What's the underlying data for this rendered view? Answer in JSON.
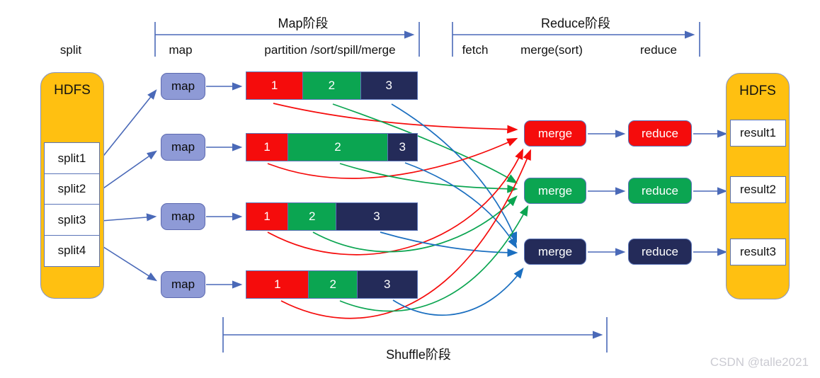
{
  "colors": {
    "red": "#f50c0c",
    "green": "#0ba551",
    "navy": "#242b59",
    "wire": "#4a69b8",
    "curveblue": "#1b6fc0",
    "hdfs": "#ffc011",
    "hdfsborder": "#8292c2",
    "map": "#8e9ad6",
    "mapborder": "#5d6ab0",
    "border": "#5b74b8",
    "watermark": "#cbcbd2"
  },
  "stages": {
    "map_stage": "Map阶段",
    "reduce_stage": "Reduce阶段",
    "shuffle_stage": "Shuffle阶段"
  },
  "columns": {
    "split": "split",
    "map": "map",
    "partition": "partition /sort/spill/merge",
    "fetch": "fetch",
    "merge_sort": "merge(sort)",
    "reduce": "reduce"
  },
  "hdfs_left": {
    "title": "HDFS",
    "splits": [
      "split1",
      "split2",
      "split3",
      "split4"
    ]
  },
  "maps": [
    "map",
    "map",
    "map",
    "map"
  ],
  "bars": [
    {
      "segments": [
        {
          "label": "1",
          "color": "red",
          "width": 33
        },
        {
          "label": "2",
          "color": "green",
          "width": 34
        },
        {
          "label": "3",
          "color": "navy",
          "width": 33
        }
      ]
    },
    {
      "segments": [
        {
          "label": "1",
          "color": "red",
          "width": 24.5
        },
        {
          "label": "2",
          "color": "green",
          "width": 58
        },
        {
          "label": "3",
          "color": "navy",
          "width": 17.5
        }
      ]
    },
    {
      "segments": [
        {
          "label": "1",
          "color": "red",
          "width": 24.5
        },
        {
          "label": "2",
          "color": "green",
          "width": 28.5
        },
        {
          "label": "3",
          "color": "navy",
          "width": 47
        }
      ]
    },
    {
      "segments": [
        {
          "label": "1",
          "color": "red",
          "width": 36.5
        },
        {
          "label": "2",
          "color": "green",
          "width": 28.5
        },
        {
          "label": "3",
          "color": "navy",
          "width": 35
        }
      ]
    }
  ],
  "merges": [
    {
      "label": "merge",
      "color": "red"
    },
    {
      "label": "merge",
      "color": "green"
    },
    {
      "label": "merge",
      "color": "navy"
    }
  ],
  "reduces": [
    {
      "label": "reduce",
      "color": "red"
    },
    {
      "label": "reduce",
      "color": "green"
    },
    {
      "label": "reduce",
      "color": "navy"
    }
  ],
  "hdfs_right": {
    "title": "HDFS",
    "results": [
      "result1",
      "result2",
      "result3"
    ]
  },
  "watermark": "CSDN @talle2021"
}
